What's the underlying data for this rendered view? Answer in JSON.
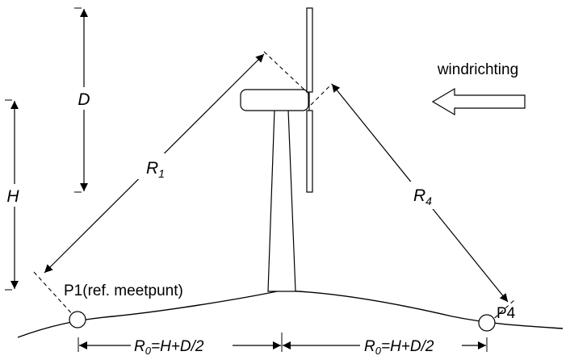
{
  "labels": {
    "wind_direction": "windrichting",
    "rotor_diameter": "D",
    "hub_height": "H",
    "radius_1_main": "R",
    "radius_1_sub": "1",
    "radius_4_main": "R",
    "radius_4_sub": "4",
    "point_1": "P1(ref. meetpunt)",
    "point_4": "P4",
    "distance_left_r": "R",
    "distance_left_sub": "0",
    "distance_left_formula": "=H+D/2",
    "distance_right_r": "R",
    "distance_right_sub": "0",
    "distance_right_formula": "=H+D/2"
  },
  "colors": {
    "ink": "#000000",
    "background": "#ffffff"
  }
}
